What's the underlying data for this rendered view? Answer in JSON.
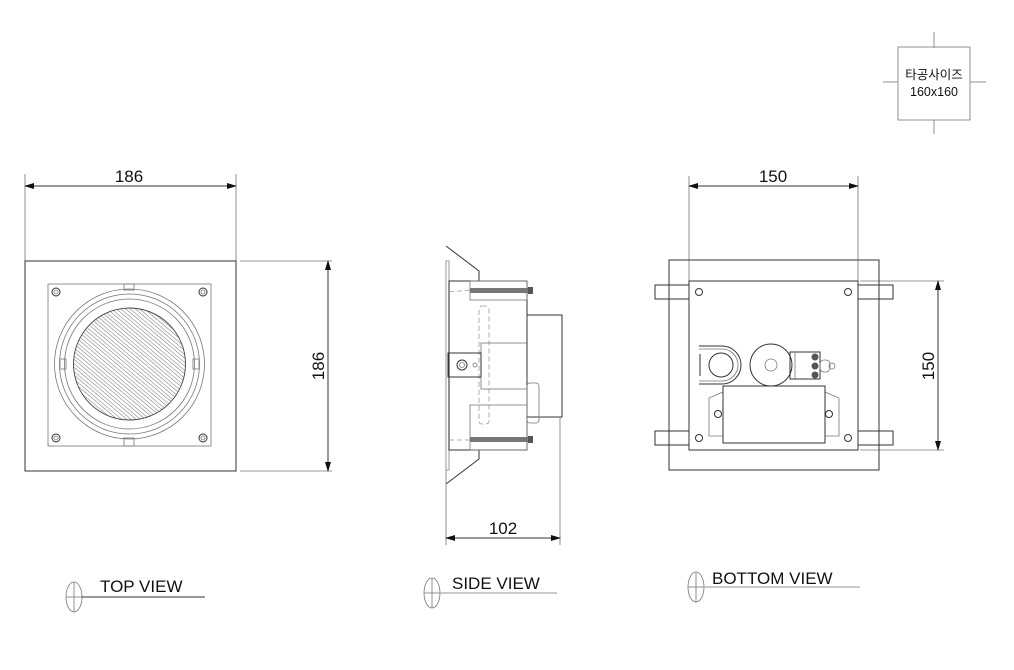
{
  "legend": {
    "title": "타공사이즈",
    "size": "160x160"
  },
  "top_view": {
    "label": "TOP VIEW",
    "width_dim": "186",
    "height_dim": "186"
  },
  "side_view": {
    "label": "SIDE VIEW",
    "depth_dim": "102"
  },
  "bottom_view": {
    "label": "BOTTOM VIEW",
    "width_dim": "150",
    "height_dim": "150"
  }
}
